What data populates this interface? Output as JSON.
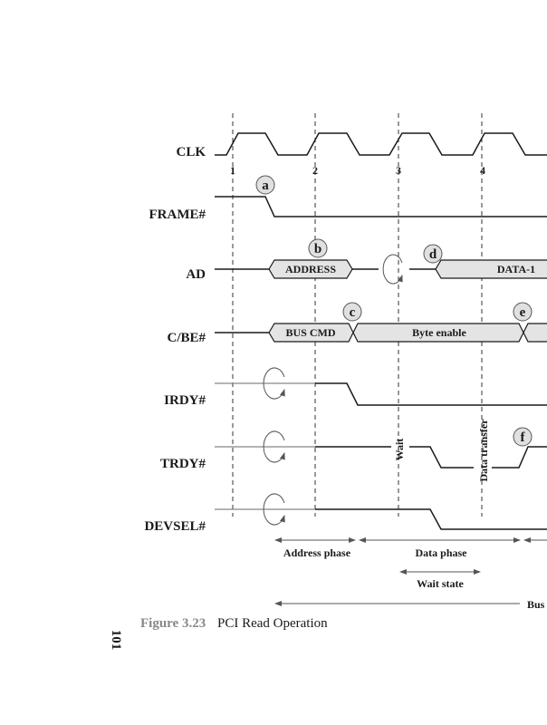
{
  "signals": {
    "clk": "CLK",
    "frame": "FRAME#",
    "ad": "AD",
    "cbe": "C/BE#",
    "irdy": "IRDY#",
    "trdy": "TRDY#",
    "devsel": "DEVSEL#"
  },
  "clock_numbers": [
    "1",
    "2",
    "3",
    "4"
  ],
  "markers": [
    "a",
    "b",
    "c",
    "d",
    "e",
    "f"
  ],
  "boxes": {
    "address": "ADDRESS",
    "data1": "DATA-1",
    "bus_cmd": "BUS  CMD",
    "byte_enable": "Byte enable"
  },
  "annotations": {
    "wait": "Wait",
    "data_transfer": "Data transfer"
  },
  "phases": {
    "address_phase": "Address phase",
    "data_phase": "Data phase",
    "wait_state": "Wait state",
    "bus": "Bus"
  },
  "caption": {
    "number": "Figure 3.23",
    "title": "PCI Read Operation"
  },
  "page_number": "101",
  "colors": {
    "box_fill": "#e4e4e4",
    "caption_number": "#888888",
    "text": "#1a1a1a"
  }
}
